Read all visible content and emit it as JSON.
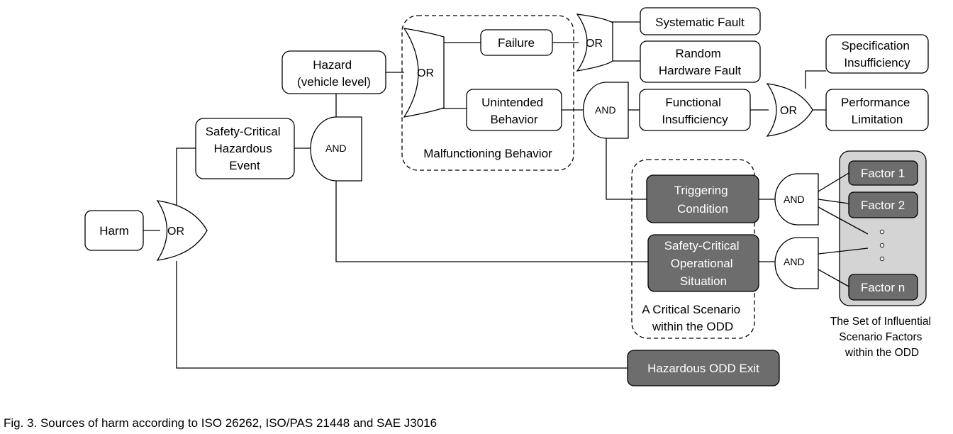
{
  "nodes": {
    "harm": "Harm",
    "sche": [
      "Safety-Critical",
      "Hazardous",
      "Event"
    ],
    "hazard": [
      "Hazard",
      "(vehicle level)"
    ],
    "failure": "Failure",
    "unintended": [
      "Unintended",
      "Behavior"
    ],
    "systematic": "Systematic Fault",
    "random": [
      "Random",
      "Hardware Fault"
    ],
    "functional": [
      "Functional",
      "Insufficiency"
    ],
    "specification": [
      "Specification",
      "Insufficiency"
    ],
    "performance": [
      "Performance",
      "Limitation"
    ],
    "triggering": [
      "Triggering",
      "Condition"
    ],
    "scos": [
      "Safety-Critical",
      "Operational",
      "Situation"
    ],
    "odd_exit": "Hazardous ODD Exit",
    "factor1": "Factor 1",
    "factor2": "Factor 2",
    "factorn": "Factor n"
  },
  "gates": {
    "or": "OR",
    "and": "AND"
  },
  "groups": {
    "malfunctioning": "Malfunctioning Behavior",
    "critical_scenario": [
      "A Critical Scenario",
      "within the ODD"
    ],
    "factor_set": [
      "The Set of Influential",
      "Scenario Factors",
      "within the ODD"
    ]
  },
  "caption": "Fig. 3. Sources of harm according to ISO 26262, ISO/PAS 21448 and SAE J3016"
}
